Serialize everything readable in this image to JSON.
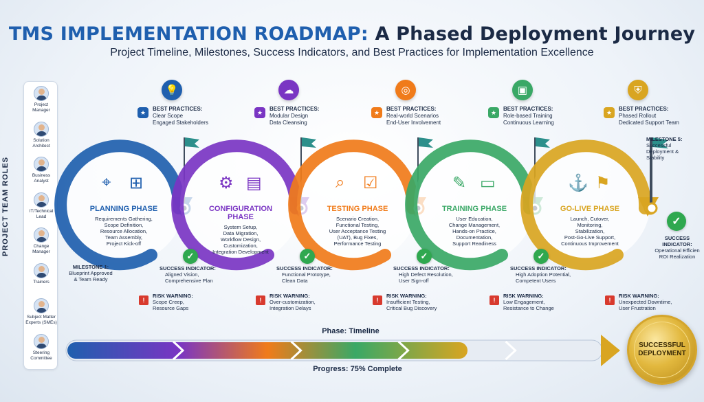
{
  "header": {
    "title_part1": "TMS IMPLEMENTATION ROADMAP:",
    "title_part2": "A Phased Deployment Journey",
    "subtitle": "Project Timeline, Milestones, Success Indicators, and Best Practices for Implementation Excellence"
  },
  "sidebar": {
    "heading": "PROJECT TEAM ROLES",
    "roles": [
      {
        "label_lines": [
          "Project",
          "Manager"
        ]
      },
      {
        "label_lines": [
          "Solution",
          "Architect"
        ]
      },
      {
        "label_lines": [
          "Business",
          "Analyst"
        ]
      },
      {
        "label_lines": [
          "IT/Technical",
          "Lead"
        ]
      },
      {
        "label_lines": [
          "Change",
          "Manager"
        ]
      },
      {
        "label_lines": [
          "Trainers"
        ]
      },
      {
        "label_lines": [
          "Subject Matter",
          "Experts (SMEs)"
        ]
      },
      {
        "label_lines": [
          "Steering",
          "Committee"
        ]
      }
    ]
  },
  "colors": {
    "planning": "#1f5fae",
    "configuration": "#7a35c3",
    "testing": "#f07b1a",
    "training": "#3aa866",
    "golive": "#d9a521"
  },
  "phases": [
    {
      "key": "planning",
      "icon": "lightbulb-icon",
      "bp_label": "BEST PRACTICES:",
      "bp_lines": [
        "Clear Scope",
        "Engaged Stakeholders"
      ],
      "name_lines": [
        "PLANNING PHASE"
      ],
      "desc_lines": [
        "Requirements Gathering,",
        "Scope Definition,",
        "Resource Allocation,",
        "Team Assembly,",
        "Project Kick-off"
      ],
      "milestone_lines": [
        "MILESTONE 1:",
        "Blueprint Approved",
        "& Team Ready"
      ],
      "success_label": "SUCCESS INDICATOR:",
      "success_lines": [
        "Aligned Vision,",
        "Comprehensive Plan"
      ],
      "risk_label": "RISK WARNING:",
      "risk_lines": [
        "Scope Creep,",
        "Resource Gaps"
      ]
    },
    {
      "key": "configuration",
      "icon": "cloud-gear-icon",
      "bp_label": "BEST PRACTICES:",
      "bp_lines": [
        "Modular Design",
        "Data Cleansing"
      ],
      "name_lines": [
        "CONFIGURATION",
        "PHASE"
      ],
      "desc_lines": [
        "System Setup,",
        "Data Migration,",
        "Workflow Design,",
        "Customization,",
        "Integration Development"
      ],
      "success_label": "SUCCESS INDICATOR:",
      "success_lines": [
        "Functional Prototype,",
        "Clean Data"
      ],
      "risk_label": "RISK WARNING:",
      "risk_lines": [
        "Over-customization,",
        "Integration Delays"
      ]
    },
    {
      "key": "testing",
      "icon": "target-icon",
      "bp_label": "BEST PRACTICES:",
      "bp_lines": [
        "Real-world Scenarios",
        "End-User Involvement"
      ],
      "name_lines": [
        "TESTING PHASE"
      ],
      "desc_lines": [
        "Scenario Creation,",
        "Functional Testing,",
        "User Acceptance Testing",
        "(UAT), Bug Fixes,",
        "Performance Testing"
      ],
      "success_label": "SUCCESS INDICATOR:",
      "success_lines": [
        "High Defect Resolution,",
        "User Sign-off"
      ],
      "risk_label": "RISK WARNING:",
      "risk_lines": [
        "Insufficient Testing,",
        "Critical Bug Discovery"
      ]
    },
    {
      "key": "training",
      "icon": "presentation-icon",
      "bp_label": "BEST PRACTICES:",
      "bp_lines": [
        "Role-based Training",
        "Continuous Learning"
      ],
      "name_lines": [
        "TRAINING PHASE"
      ],
      "desc_lines": [
        "User Education,",
        "Change Management,",
        "Hands-on Practice,",
        "Documentation,",
        "Support Readiness"
      ],
      "success_label": "SUCCESS INDICATOR:",
      "success_lines": [
        "High Adoption Potential,",
        "Competent Users"
      ],
      "risk_label": "RISK WARNING:",
      "risk_lines": [
        "Low Engagement,",
        "Resistance to Change"
      ]
    },
    {
      "key": "golive",
      "icon": "shield-icon",
      "bp_label": "BEST PRACTICES:",
      "bp_lines": [
        "Phased Rollout",
        "Dedicated Support Team"
      ],
      "name_lines": [
        "GO-LIVE PHASE"
      ],
      "desc_lines": [
        "Launch, Cutover,",
        "Monitoring,",
        "Stabilization,",
        "Post-Go-Live Support,",
        "Continuous Improvement"
      ],
      "risk_label": "RISK WARNING:",
      "risk_lines": [
        "Unexpected Downtime,",
        "User Frustration"
      ]
    }
  ],
  "milestone5": {
    "lines": [
      "MILESTONE 5:",
      "Successful",
      "Deployment &",
      "Stability"
    ]
  },
  "final_success": {
    "label": "SUCCESS",
    "lines": [
      "INDICATOR:",
      "Operational Efficien",
      "ROI Realization"
    ]
  },
  "timeline": {
    "label": "Phase: Timeline",
    "progress_label": "Progress: 75% Complete",
    "progress_fraction": 0.75
  },
  "seal": {
    "lines": [
      "SUCCESSFUL",
      "DEPLOYMENT"
    ]
  }
}
